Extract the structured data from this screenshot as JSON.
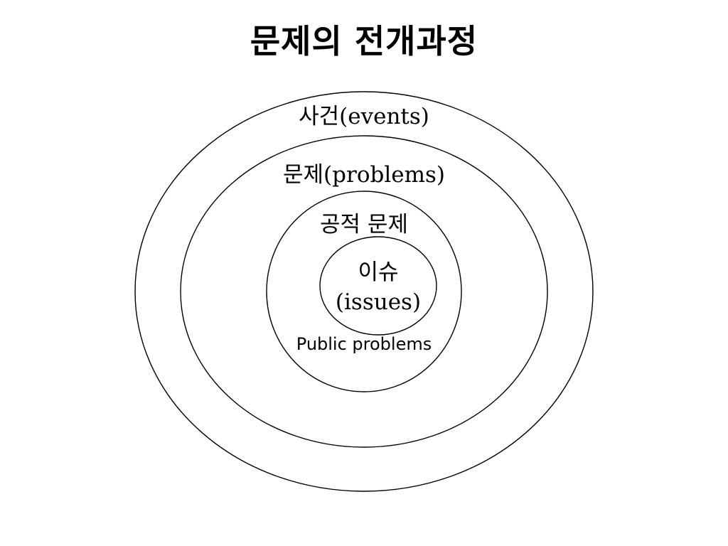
{
  "title": "문제의 전개과정",
  "rings": {
    "events": "사건(events)",
    "problems": "문제(problems)",
    "public_problems": "공적 문제",
    "public_problems_en": "Public problems",
    "issues_line1": "이슈",
    "issues_line2": "(issues)"
  }
}
